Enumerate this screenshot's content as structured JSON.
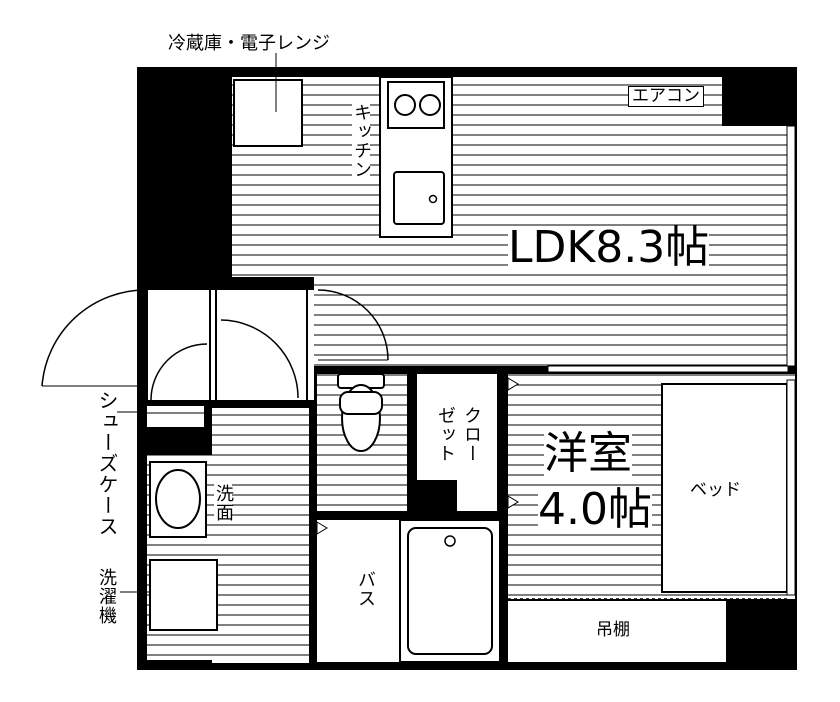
{
  "labels": {
    "fridge": "冷蔵庫・電子レンジ",
    "aircon": "エアコン",
    "kitchen": "キッチン",
    "ldk": "LDK8.3帖",
    "shoe_case": "シューズケース",
    "washstand": "洗面",
    "laundry": "洗濯機",
    "closet_a": "クロー",
    "closet_b": "ゼット",
    "western_room_a": "洋室",
    "western_room_b": "4.0帖",
    "bed": "ベッド",
    "bath": "バス",
    "shelf": "吊棚"
  },
  "colors": {
    "wall": "#000000",
    "floor_hatch": "#000000",
    "background": "#ffffff"
  }
}
